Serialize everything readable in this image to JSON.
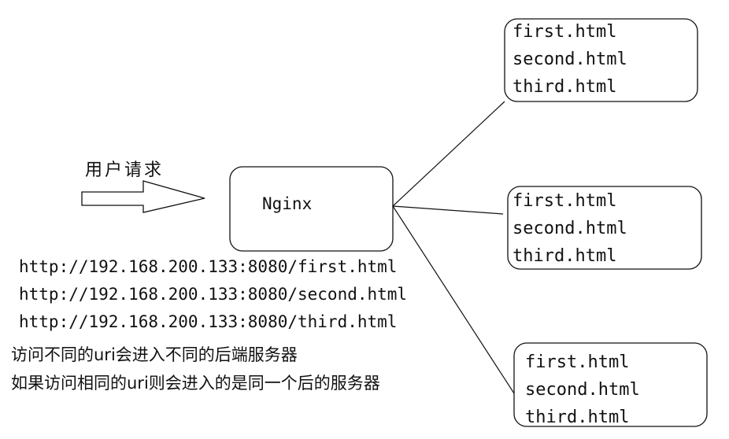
{
  "user_request": {
    "label": "用户请求"
  },
  "proxy": {
    "label": "Nginx"
  },
  "servers": [
    {
      "files": [
        "first.html",
        "second.html",
        "third.html"
      ]
    },
    {
      "files": [
        "first.html",
        "second.html",
        "third.html"
      ]
    },
    {
      "files": [
        "first.html",
        "second.html",
        "third.html"
      ]
    }
  ],
  "urls": [
    "http://192.168.200.133:8080/first.html",
    "http://192.168.200.133:8080/second.html",
    "http://192.168.200.133:8080/third.html"
  ],
  "notes": [
    "访问不同的uri会进入不同的后端服务器",
    "如果访问相同的uri则会进入的是同一个后的服务器"
  ]
}
